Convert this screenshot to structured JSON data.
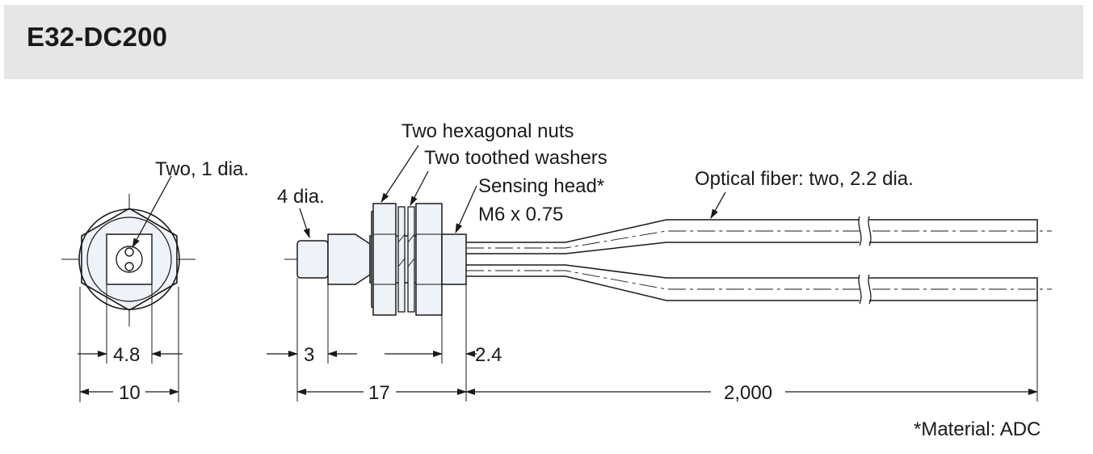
{
  "title": "E32-DC200",
  "labels": {
    "two_1_dia": "Two, 1 dia.",
    "four_dia": "4 dia.",
    "hex_nuts": "Two hexagonal nuts",
    "toothed_washers": "Two toothed washers",
    "sensing_head": "Sensing head*",
    "thread": "M6 x 0.75",
    "optical_fiber": "Optical fiber: two, 2.2 dia."
  },
  "dimensions": {
    "d_4_8": "4.8",
    "d_10": "10",
    "d_3": "3",
    "d_2_4": "2.4",
    "d_17": "17",
    "d_2000": "2,000"
  },
  "footnote": "*Material: ADC"
}
